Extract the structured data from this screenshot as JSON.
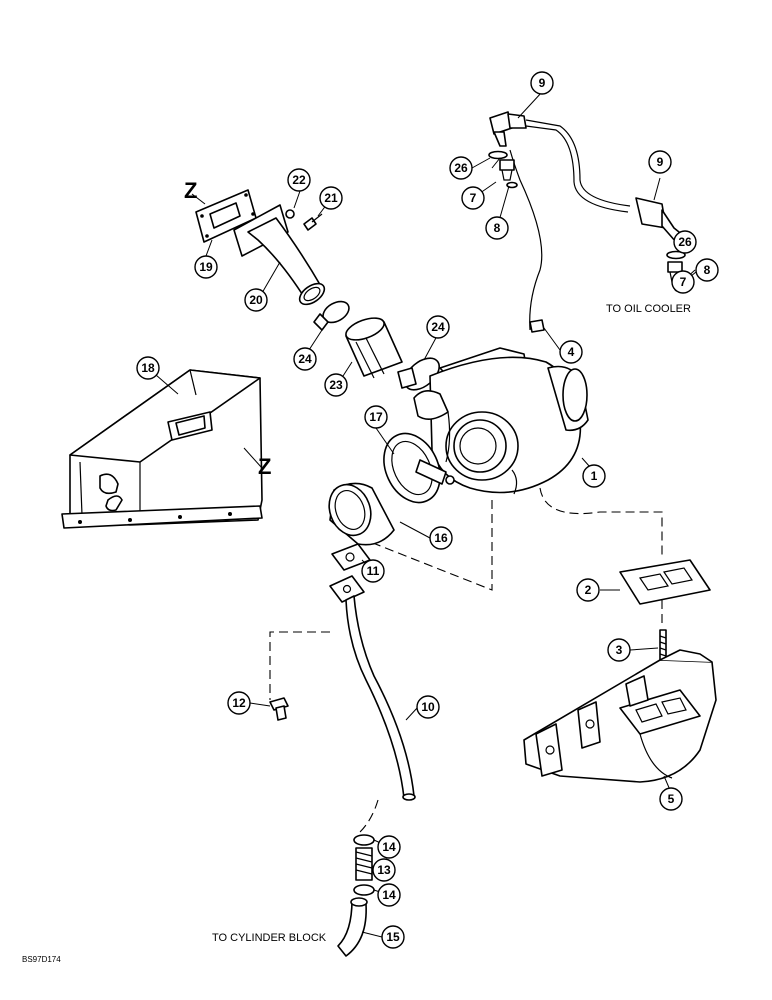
{
  "figure_ref": "BS97D174",
  "notes": {
    "oil_cooler": "TO OIL COOLER",
    "cylinder_block": "TO CYLINDER BLOCK"
  },
  "z_marks": [
    "Z",
    "Z"
  ],
  "callouts": {
    "c1": "1",
    "c2": "2",
    "c3": "3",
    "c4": "4",
    "c5": "5",
    "c7a": "7",
    "c7b": "7",
    "c8a": "8",
    "c8b": "8",
    "c9a": "9",
    "c9b": "9",
    "c10": "10",
    "c11": "11",
    "c12": "12",
    "c13": "13",
    "c14a": "14",
    "c14b": "14",
    "c15": "15",
    "c16": "16",
    "c17": "17",
    "c18": "18",
    "c19": "19",
    "c20": "20",
    "c21": "21",
    "c22": "22",
    "c23": "23",
    "c24a": "24",
    "c24b": "24",
    "c26a": "26",
    "c26b": "26"
  }
}
